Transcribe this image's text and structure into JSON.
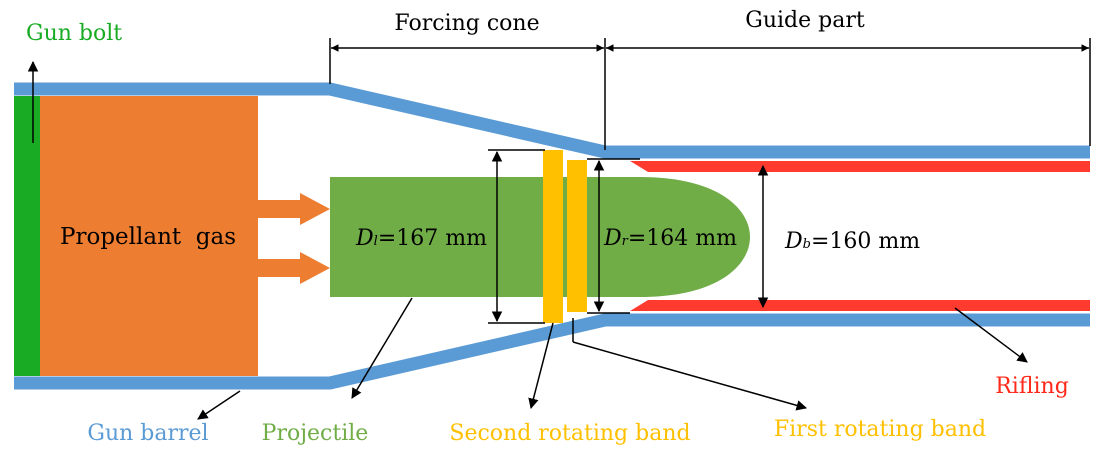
{
  "labels": {
    "gun_bolt": "Gun bolt",
    "forcing_cone": "Forcing cone",
    "guide_part": "Guide part",
    "propellant_gas": "Propellant  gas",
    "dl_var": "D",
    "dl_sub": "l",
    "dl_value": "=167 mm",
    "dr_var": "D",
    "dr_sub": "r",
    "dr_value": "=164 mm",
    "db_var": "D",
    "db_sub": "b",
    "db_value": "=160 mm",
    "gun_barrel": "Gun barrel",
    "projectile": "Projectile",
    "second_band": "Second rotating band",
    "first_band": "First rotating band",
    "rifling": "Rifling"
  },
  "colors": {
    "barrel": "#5b9bd5",
    "bolt": "#1aab25",
    "gas": "#ed7d31",
    "projectile": "#70ad47",
    "band": "#ffc000",
    "rifling": "#ff3b30",
    "gun_bolt_text": "#1aab25",
    "gun_barrel_text": "#5b9bd5",
    "projectile_text": "#70ad47",
    "band_text": "#ffc000",
    "rifling_text": "#ff2a1a",
    "ink": "#000000"
  }
}
